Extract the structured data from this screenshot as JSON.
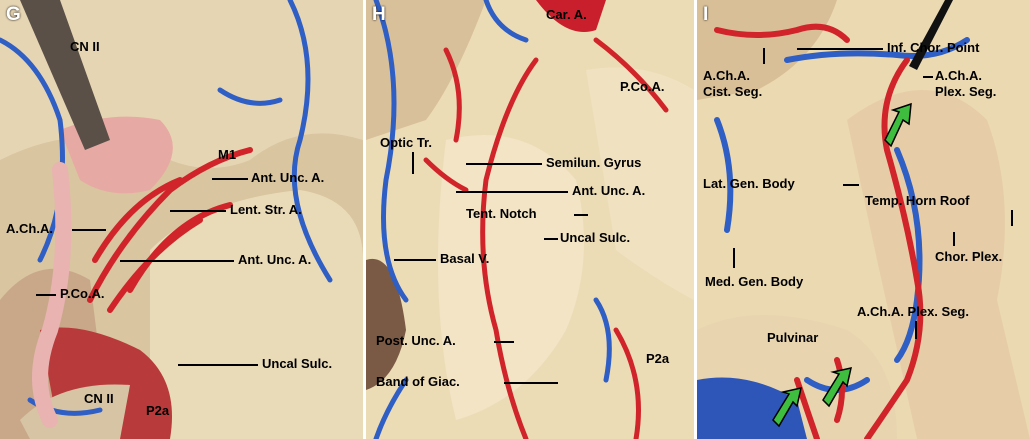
{
  "panels": [
    {
      "letter": "G",
      "labels": [
        "CN II",
        "M1",
        "Ant. Unc. A.",
        "Lent. Str. A.",
        "A.Ch.A.",
        "Ant. Unc. A.",
        "P.Co.A.",
        "Uncal Sulc.",
        "CN II",
        "P2a"
      ]
    },
    {
      "letter": "H",
      "labels": [
        "Car. A.",
        "P.Co.A.",
        "Optic Tr.",
        "Semilun. Gyrus",
        "Ant. Unc. A.",
        "Tent. Notch",
        "Uncal Sulc.",
        "Basal V.",
        "Post. Unc. A.",
        "Band of Giac.",
        "P2a"
      ]
    },
    {
      "letter": "I",
      "labels": [
        "Inf. Chor. Point",
        "A.Ch.A.",
        "Cist. Seg.",
        "A.Ch.A.",
        "Plex. Seg.",
        "Lat. Gen. Body",
        "Temp. Horn Roof",
        "Chor. Plex.",
        "Med. Gen. Body",
        "A.Ch.A. Plex. Seg.",
        "Pulvinar"
      ]
    }
  ]
}
